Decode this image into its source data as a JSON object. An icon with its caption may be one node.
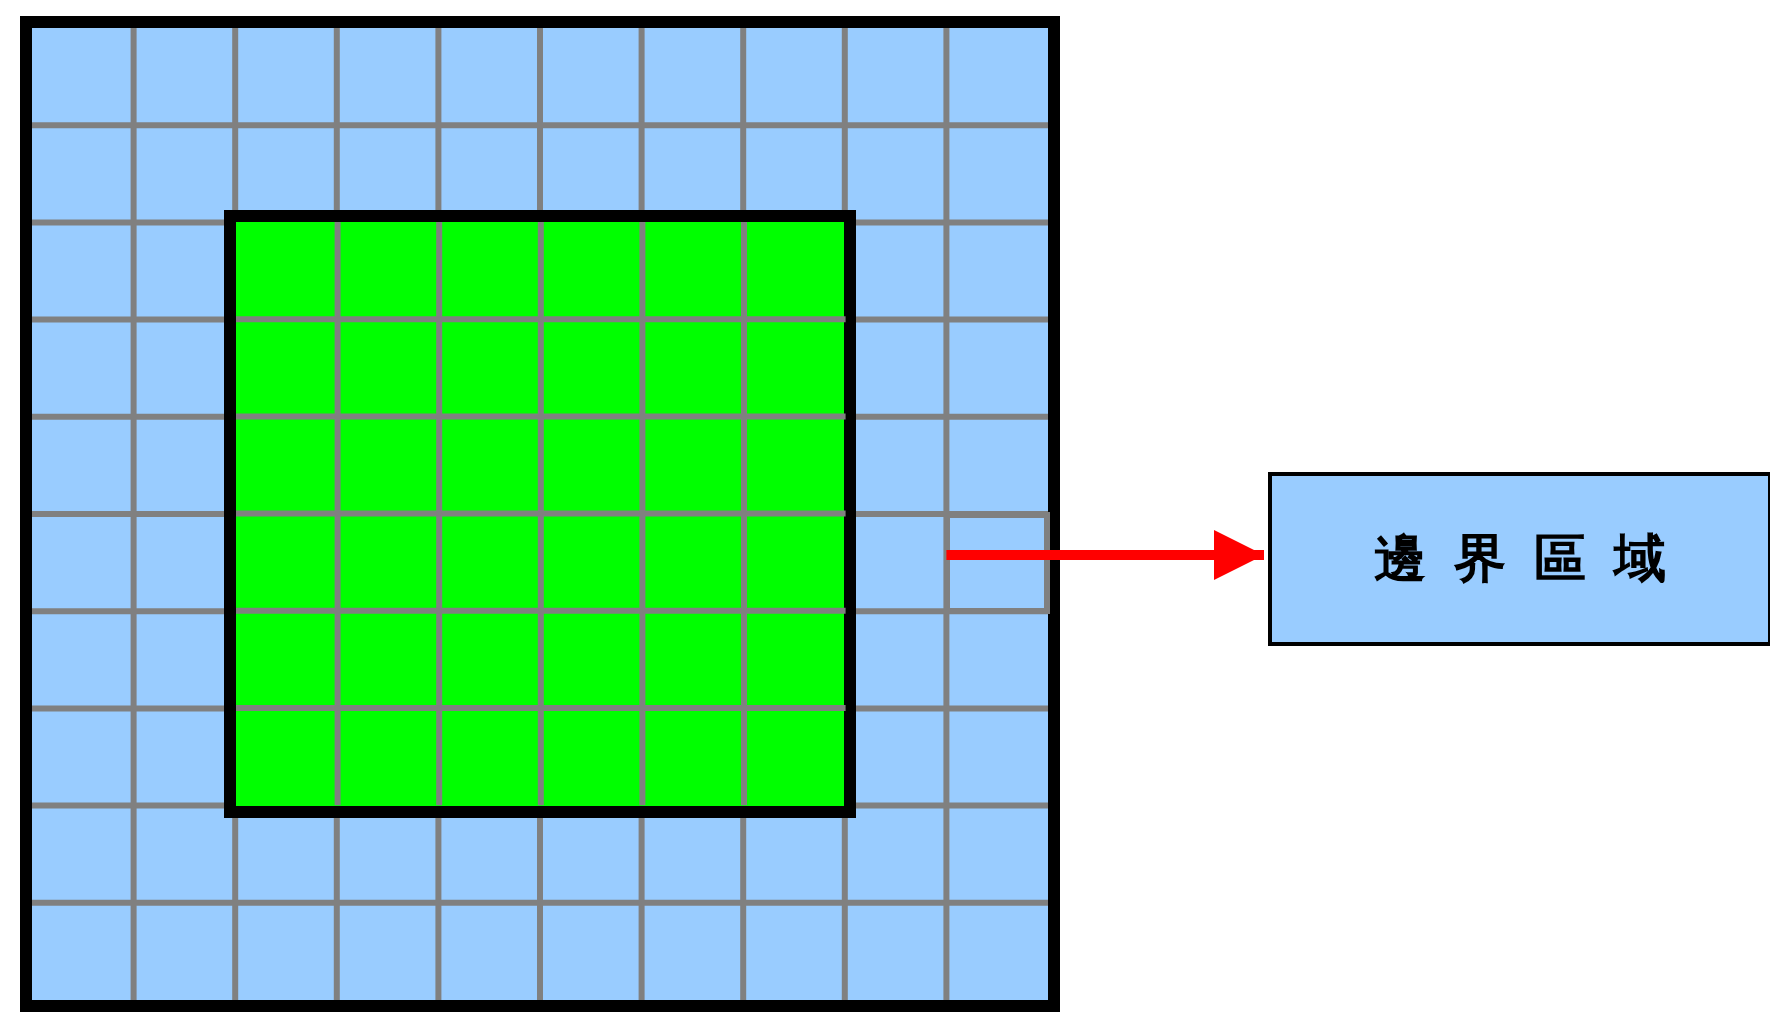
{
  "diagram": {
    "nodes": [
      {
        "text": [],
        "shape": "box"
      },
      {
        "text": [],
        "shape": "box",
        "in": 0
      },
      {
        "text": [],
        "shape": "box",
        "in": 0
      },
      {
        "text": [
          "邊界區域"
        ]
      }
    ],
    "edges": [
      {
        "from": 2,
        "to": 3,
        "arrow": "to",
        "color": "#ff0000"
      }
    ]
  }
}
